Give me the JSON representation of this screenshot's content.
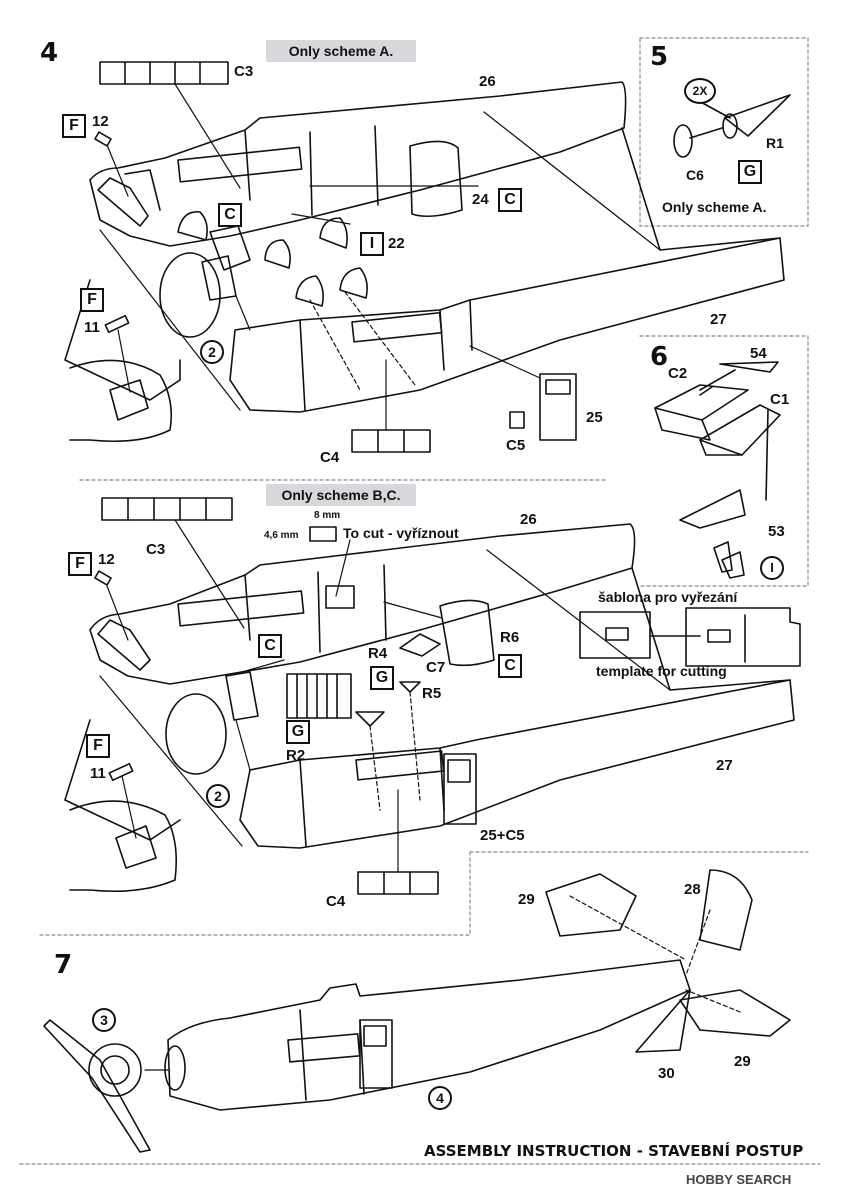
{
  "step4": {
    "number": "4",
    "banner": "Only scheme A.",
    "labels": {
      "c3": "C3",
      "p26": "26",
      "p12": "12",
      "p24": "24",
      "p22": "22",
      "p11": "11",
      "p27": "27",
      "c4": "C4",
      "c5": "C5",
      "p25": "25"
    },
    "boxes": {
      "f_top": "F",
      "c_mid": "C",
      "c_right": "C",
      "i_right": "I",
      "f_low": "F"
    },
    "circled": {
      "two": "2"
    }
  },
  "step5": {
    "number": "5",
    "multiplier": "2X",
    "labels": {
      "r1": "R1",
      "c6": "C6"
    },
    "boxes": {
      "g": "G"
    },
    "note": "Only scheme A."
  },
  "step6": {
    "number": "6",
    "labels": {
      "p54": "54",
      "c2": "C2",
      "c1": "C1",
      "p53": "53"
    },
    "circled": {
      "one": "I"
    }
  },
  "template": {
    "title": "šablona pro vyřezání",
    "caption": "template for cutting"
  },
  "step4b": {
    "banner": "Only scheme B,C.",
    "dim_w": "8 mm",
    "dim_h": "4,6 mm",
    "cut_note": "To cut - vyříznout",
    "labels": {
      "c3": "C3",
      "p26": "26",
      "p12": "12",
      "r6": "R6",
      "r4": "R4",
      "c7": "C7",
      "r5": "R5",
      "r2": "R2",
      "p11": "11",
      "p27": "27",
      "p25c5": "25+C5",
      "c4": "C4"
    },
    "boxes": {
      "f_top": "F",
      "c_mid": "C",
      "c_right": "C",
      "g_mid": "G",
      "g_low": "G",
      "f_low": "F"
    },
    "circled": {
      "two": "2"
    }
  },
  "step7": {
    "number": "7",
    "labels": {
      "p29a": "29",
      "p28": "28",
      "p29b": "29",
      "p30": "30"
    },
    "circled": {
      "three": "3",
      "four": "4"
    }
  },
  "footer": "ASSEMBLY INSTRUCTION - STAVEBNÍ POSTUP",
  "watermark": "HOBBY SEARCH"
}
